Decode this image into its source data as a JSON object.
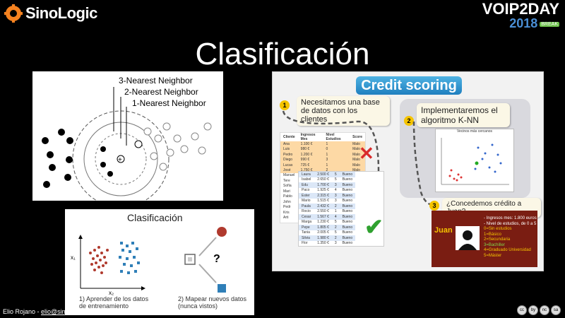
{
  "header": {
    "left_logo": "SinoLogic",
    "right_logo": {
      "line1": "VOIP2DAY",
      "line2": "2018",
      "tag": "BREAK"
    }
  },
  "title": "Clasificación",
  "knn_panel": {
    "labels": [
      "3-Nearest Neighbor",
      "2-Nearest Neighbor",
      "1-Nearest Neighbor"
    ]
  },
  "clasificacion_panel": {
    "title": "Clasificación",
    "axis_y": "x₁",
    "axis_x": "x₂",
    "question": "?",
    "caption_left": "1) Aprender de los datos de entrenamiento",
    "caption_right": "2) Mapear nuevos datos (nunca vistos)"
  },
  "credit_panel": {
    "title": "Credit scoring",
    "step1": {
      "num": "1",
      "text": "Necesitamos una base de datos con los clientes"
    },
    "step2": {
      "num": "2",
      "text": "Implementaremos el algoritmo K-NN"
    },
    "step3": {
      "num": "3",
      "text": "¿Concedemos crédito a Juan?"
    },
    "mini_chart_title": "Vecinos más cercanos",
    "table_headers": [
      "Cliente",
      "Ingresos Mes",
      "Nivel Estudios",
      "Score"
    ],
    "orange_rows": [
      [
        "Ana",
        "1.100 €",
        "1",
        "Malo"
      ],
      [
        "Luis",
        "980 €",
        "0",
        "Malo"
      ],
      [
        "Pedro",
        "1.200 €",
        "1",
        "Malo"
      ],
      [
        "Diego",
        "990 €",
        "3",
        "Malo"
      ],
      [
        "Lucas",
        "725 €",
        "1",
        "Malo"
      ],
      [
        "José",
        "1.750 €",
        "2",
        "Malo"
      ]
    ],
    "side_names": [
      "Manuel",
      "Tere",
      "Sofía",
      "Mari",
      "Pablo",
      "John",
      "Pedr",
      "Kris",
      "Arti"
    ],
    "blue_rows": [
      [
        "Laura",
        "2.500 €",
        "5",
        "Bueno"
      ],
      [
        "Isabel",
        "2.650 €",
        "5",
        "Bueno"
      ],
      [
        "Edu",
        "1.700 €",
        "3",
        "Bueno"
      ],
      [
        "Paco",
        "1.925 €",
        "4",
        "Bueno"
      ],
      [
        "Ester",
        "2.315 €",
        "3",
        "Bueno"
      ],
      [
        "Mario",
        "1.515 €",
        "3",
        "Bueno"
      ],
      [
        "Paula",
        "2.432 €",
        "2",
        "Bueno"
      ],
      [
        "Rocio",
        "2.550 €",
        "1",
        "Bueno"
      ],
      [
        "Cesar",
        "1.567 €",
        "4",
        "Bueno"
      ],
      [
        "Marga",
        "1.230 €",
        "5",
        "Bueno"
      ],
      [
        "Pepe",
        "1.805 €",
        "2",
        "Bueno"
      ],
      [
        "Tania",
        "2.005 €",
        "5",
        "Bueno"
      ],
      [
        "Silvia",
        "1.980 €",
        "2",
        "Bueno"
      ],
      [
        "Flor",
        "1.350 €",
        "3",
        "Bueno"
      ]
    ],
    "juan": {
      "name": "Juan",
      "lines": [
        "- Ingresos mes: 1.800 euros",
        "- Nivel de estudios, de 0 a 5",
        "0=Sin estudios",
        "1=Básico",
        "2=Secundaria",
        "3=Bachiller",
        "4=Graduado Universidad",
        "5=Máster"
      ]
    }
  },
  "footer": {
    "author": "Elio Rojano - ",
    "email": "elio@sinologic.net"
  },
  "license_icons": [
    "cc",
    "by",
    "nc",
    "sa"
  ]
}
